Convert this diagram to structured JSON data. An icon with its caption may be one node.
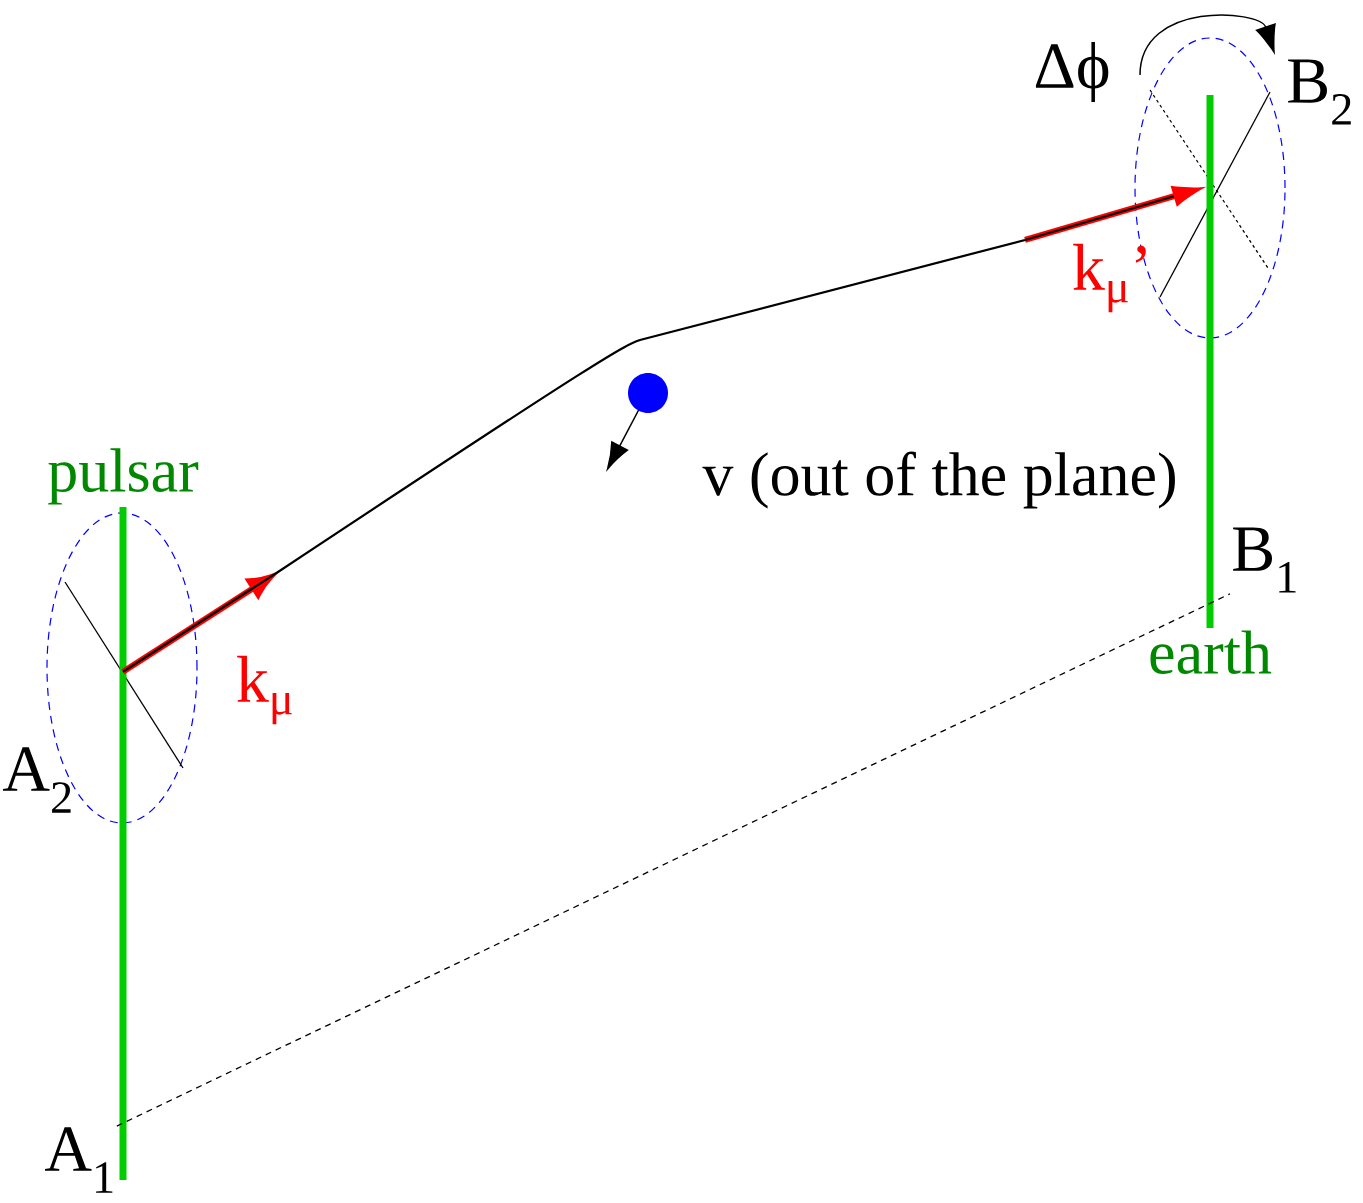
{
  "diagram": {
    "nodes": [
      {
        "text": [
          "pulsar"
        ]
      },
      {
        "text": [
          "earth"
        ]
      },
      {
        "text": [
          "A$_{1}$"
        ]
      },
      {
        "text": [
          "B$_{1}$"
        ]
      },
      {
        "text": [],
        "shape": "circle"
      }
    ],
    "edges": [
      {
        "from": 0,
        "to": 1,
        "arrow": "to"
      },
      {
        "from": 2,
        "to": 3,
        "arrow": "none",
        "style": "dashed"
      }
    ],
    "labels": [
      "k$_{μ}$",
      "k$_{μ}$’",
      "A$_{2}$",
      "B$_{2}$",
      "Δϕ",
      "v (out of the plane)"
    ]
  }
}
